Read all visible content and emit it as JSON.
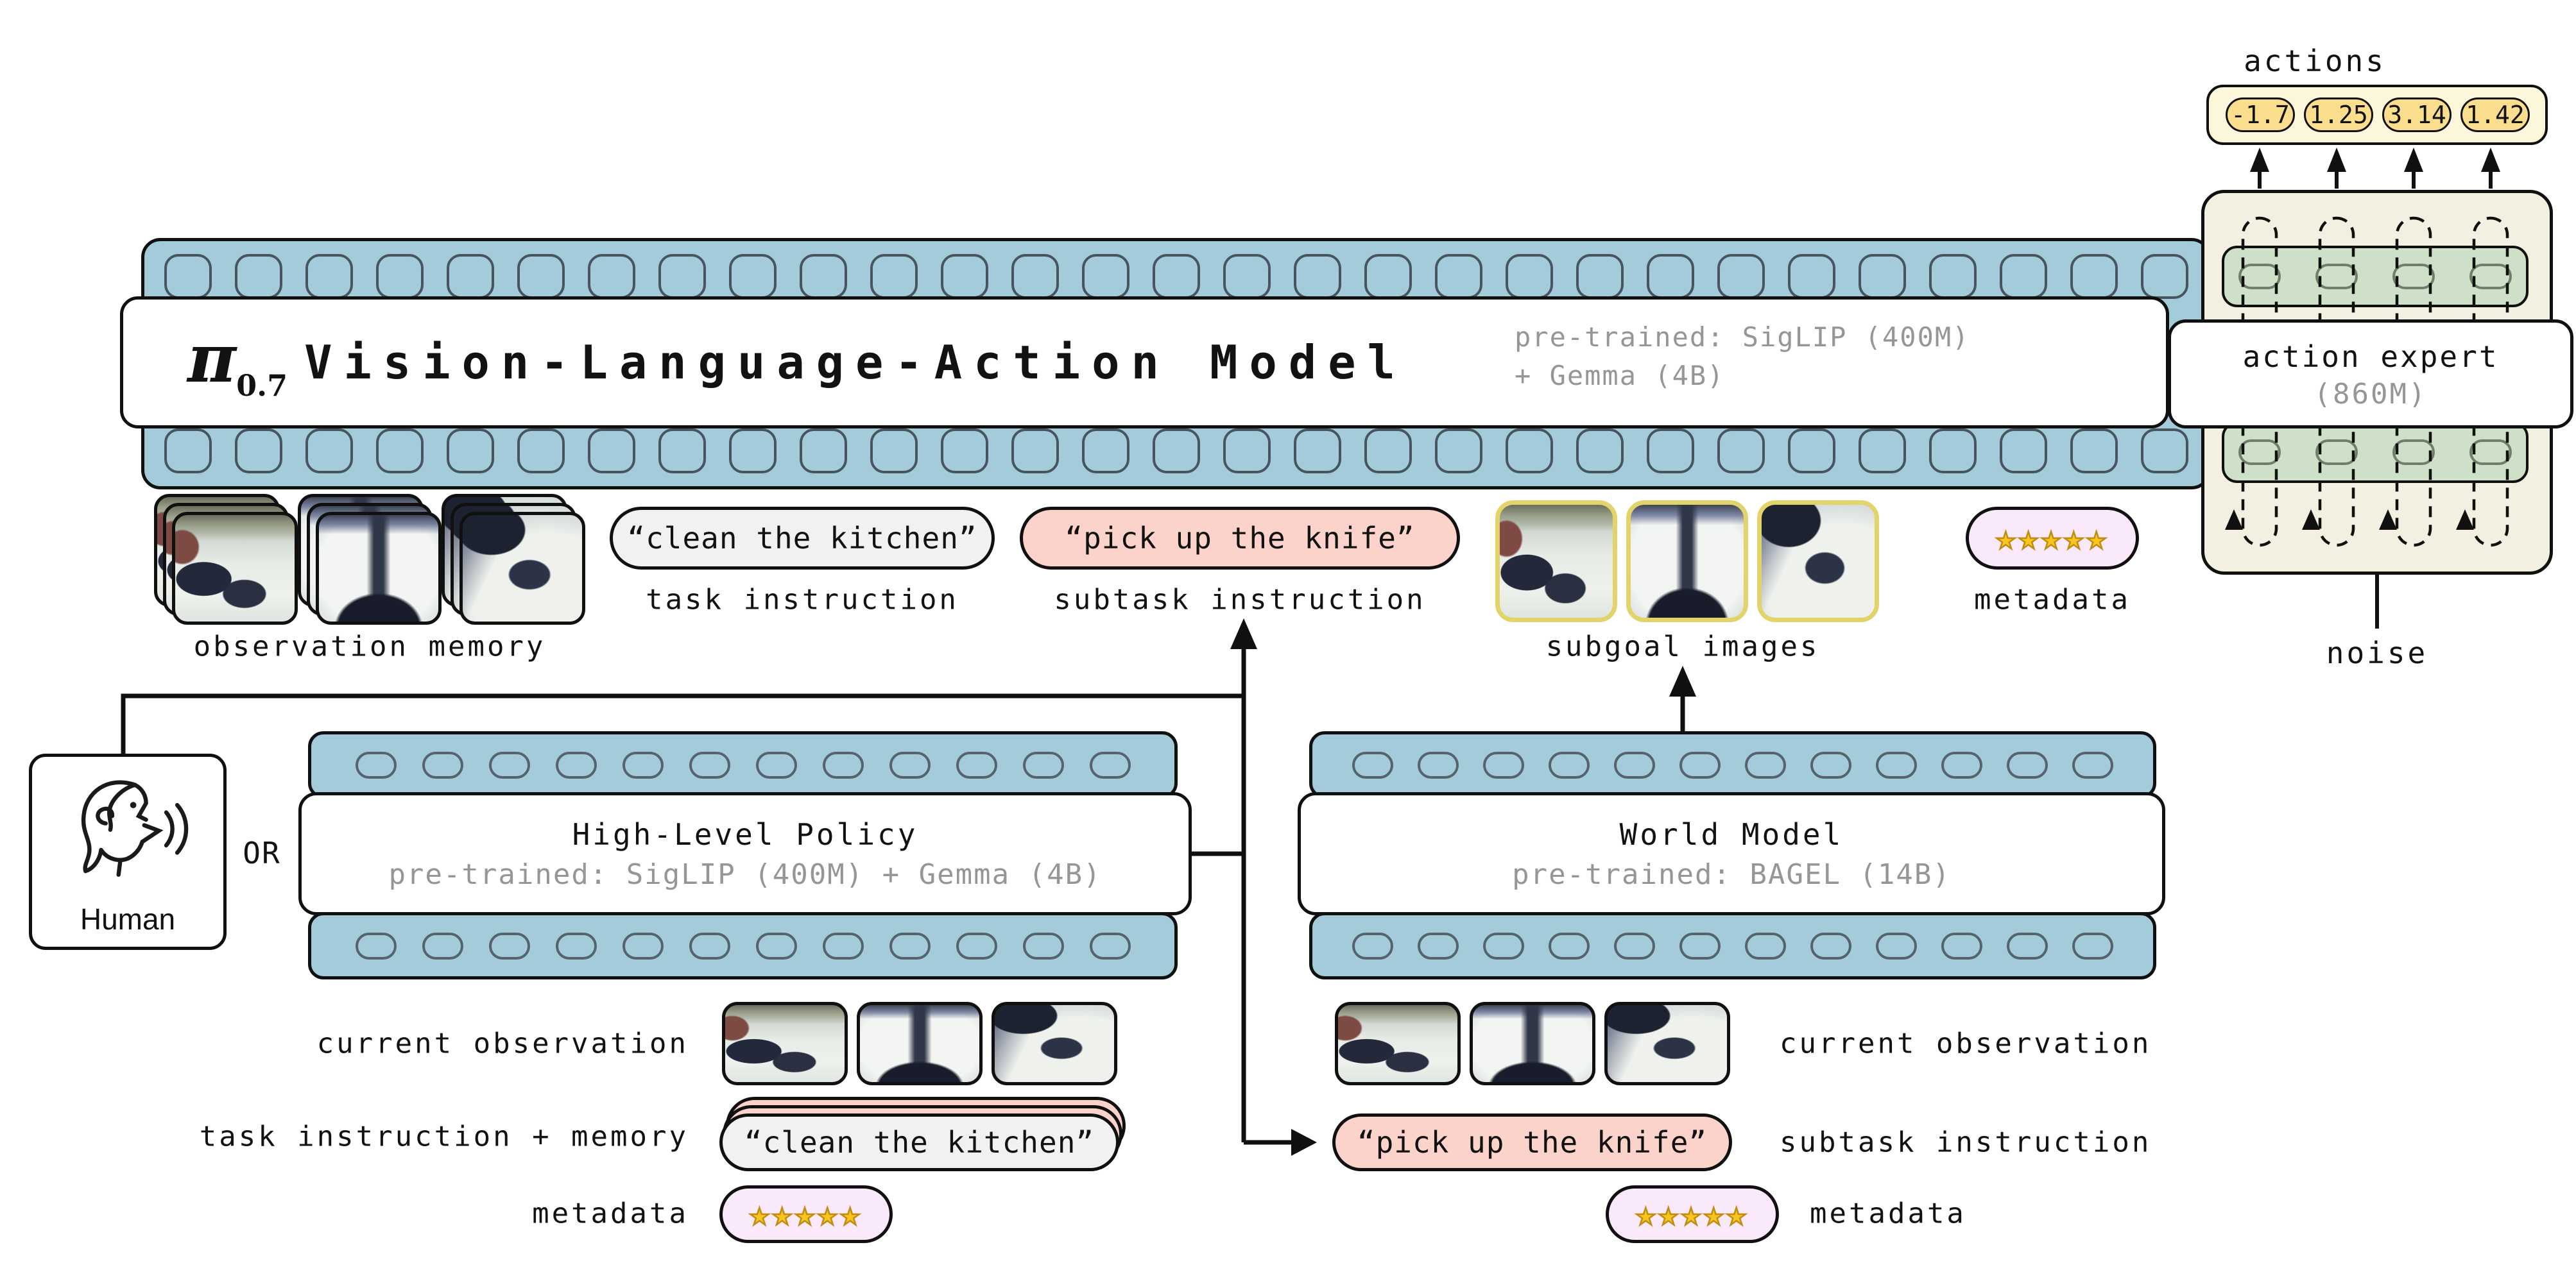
{
  "palette": {
    "blue": "#a3cbd9",
    "cream": "#f3f0e2",
    "green": "#cfe0c8",
    "actions_bg": "#fcf7da",
    "action_pill": "#fbdd8e",
    "pink": "#fbd3ca",
    "gray_pill": "#f1f1ef",
    "metadata_pill": "#f9e9fa",
    "star_gold": "#f6c51e",
    "subgoal_border": "#e2d36b",
    "gray_text": "#969696"
  },
  "top": {
    "actions_label": "actions",
    "action_values": [
      "-1.7",
      "1.25",
      "3.14",
      "1.42"
    ],
    "vla": {
      "pi": "π",
      "pi_sub": "0.7",
      "title": "Vision-Language-Action Model",
      "pretrained_line1": "pre-trained: SigLIP (400M)",
      "pretrained_line2": "+ Gemma (4B)"
    },
    "action_expert": {
      "title": "action expert",
      "params": "(860M)"
    },
    "noise_label": "noise"
  },
  "mid": {
    "observation_memory_label": "observation memory",
    "task_instruction": {
      "text": "“clean the kitchen”",
      "label": "task instruction"
    },
    "subtask_instruction": {
      "text": "“pick up the knife”",
      "label": "subtask instruction"
    },
    "subgoal_images_label": "subgoal images",
    "metadata": {
      "label": "metadata",
      "stars": 5
    }
  },
  "bottom": {
    "human_label": "Human",
    "or_label": "OR",
    "hlp": {
      "title": "High-Level Policy",
      "subtitle": "pre-trained: SigLIP (400M) + Gemma (4B)"
    },
    "wm": {
      "title": "World Model",
      "subtitle": "pre-trained: BAGEL (14B)"
    },
    "left": {
      "current_observation_label": "current observation",
      "task_memory_label": "task instruction + memory",
      "pill_text": "“clean the kitchen”",
      "metadata_label": "metadata",
      "stars": 5
    },
    "right": {
      "current_observation_label": "current observation",
      "subtask_label": "subtask instruction",
      "pill_text": "“pick up the knife”",
      "metadata_label": "metadata",
      "stars": 5
    }
  }
}
